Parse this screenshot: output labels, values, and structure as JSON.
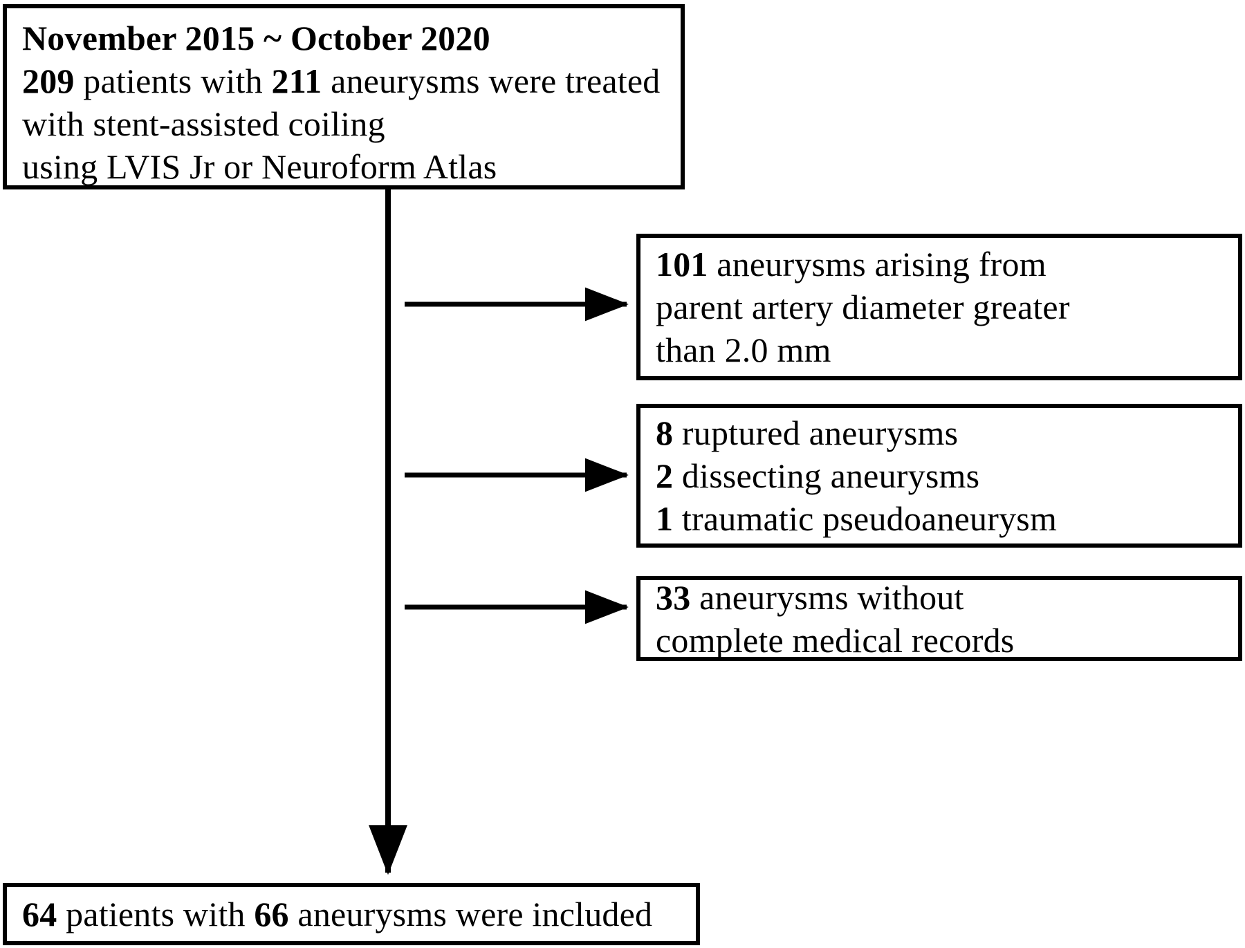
{
  "figure": {
    "type": "patient-selection-flowchart",
    "enrollment_box": {
      "name": "enrollment-box",
      "lines": [
        "November 2015 ~ October 2020",
        "209 patients with 211 aneurysms were treated",
        "with stent-assisted coiling",
        "using LVIS Jr or Neuroform Atlas"
      ],
      "period_start": "November 2015",
      "period_end": "October 2020",
      "patients": 209,
      "aneurysms": 211,
      "procedure": "stent-assisted coiling",
      "devices": [
        "LVIS Jr",
        "Neuroform Atlas"
      ]
    },
    "exclusions": [
      {
        "name": "exclusion-box-parent-artery-diameter",
        "lines": [
          "101 aneurysms arising from",
          "parent artery diameter greater",
          "than 2.0 mm"
        ],
        "count": 101,
        "reason": "aneurysms arising from parent artery diameter greater than 2.0 mm"
      },
      {
        "name": "exclusion-box-aneurysm-type",
        "lines": [
          "8 ruptured aneurysms",
          "2 dissecting aneurysms",
          "1 traumatic pseudoaneurysm"
        ],
        "counts": [
          8,
          2,
          1
        ],
        "reasons": [
          "ruptured aneurysms",
          "dissecting aneurysms",
          "traumatic pseudoaneurysm"
        ]
      },
      {
        "name": "exclusion-box-incomplete-records",
        "lines": [
          "33 aneurysms without",
          "complete medical records"
        ],
        "count": 33,
        "reason": "aneurysms without complete medical records"
      }
    ],
    "included_box": {
      "name": "included-box",
      "lines": [
        "64 patients with 66 aneurysms were included"
      ],
      "patients": 64,
      "aneurysms": 66
    },
    "colors": {
      "stroke": "#000000",
      "background": "#ffffff",
      "text": "#000000"
    }
  }
}
